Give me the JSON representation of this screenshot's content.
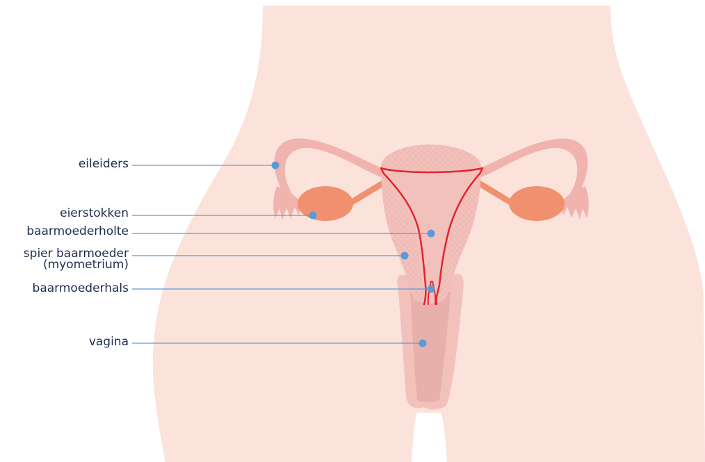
{
  "labels": {
    "eileiders": "eileiders",
    "eierstokken": "eierstokken",
    "baarmoederholte": "baarmoederholte",
    "spier_line1": "spier baarmoeder",
    "spier_line2": "(myometrium)",
    "baarmoederhals": "baarmoederhals",
    "vagina": "vagina"
  },
  "colors": {
    "body_skin": "#fbe3dc",
    "uterus": "#f3c1bc",
    "uterus_dark": "#e8a4a0",
    "tubes": "#f0b3ae",
    "ovary": "#f0906f",
    "endometrium_line": "#e0252e",
    "leader_line": "#5b9bd5",
    "label_text": "#1f2d4e"
  }
}
